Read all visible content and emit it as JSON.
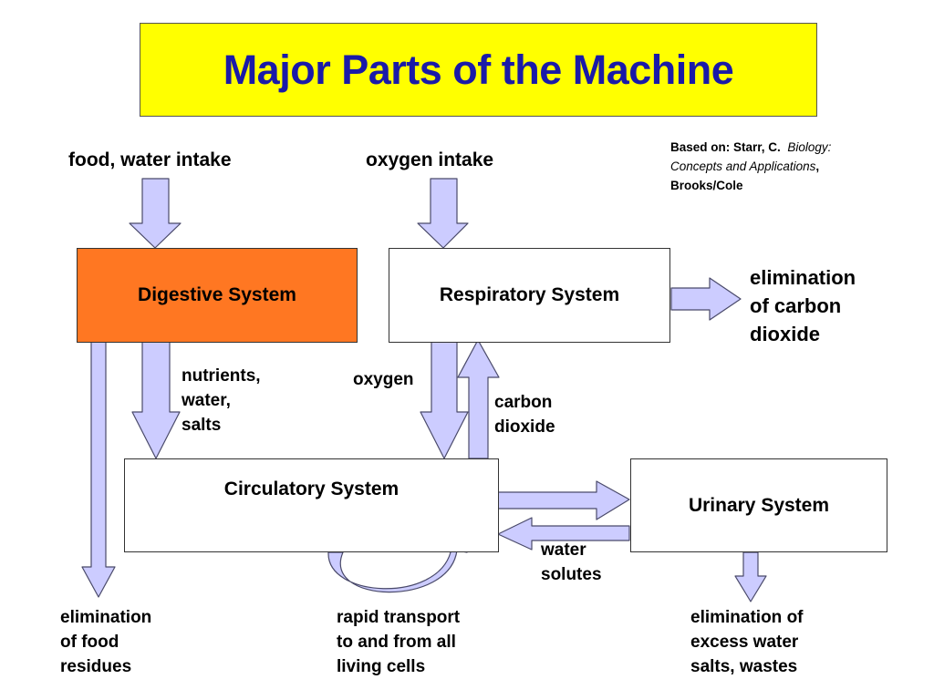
{
  "title": "Major Parts of the Machine",
  "colors": {
    "title_bg": "#ffff00",
    "title_text": "#1a1aa8",
    "digestive_fill": "#ff7722",
    "arrow_fill": "#ccccff",
    "arrow_stroke": "#4a4a6a"
  },
  "citation": {
    "prefix": "Based on:  Starr, C.",
    "book_line1": "Biology:",
    "book_line2": "Concepts and Applications",
    "comma": ",",
    "publisher": "Brooks/Cole"
  },
  "inputs": {
    "food_water": "food, water intake",
    "oxygen": "oxygen intake"
  },
  "systems": {
    "digestive": "Digestive System",
    "respiratory": "Respiratory System",
    "circulatory": "Circulatory System",
    "urinary": "Urinary System"
  },
  "flows": {
    "co2_elim": [
      "elimination",
      "of carbon",
      "dioxide"
    ],
    "nutrients": [
      "nutrients,",
      "water,",
      "salts"
    ],
    "oxygen": "oxygen",
    "carbon_dioxide": [
      "carbon",
      "dioxide"
    ],
    "water_solutes": [
      "water",
      "solutes"
    ]
  },
  "outputs": {
    "food_residues": [
      "elimination",
      "of food",
      "residues"
    ],
    "rapid_transport": [
      "rapid transport",
      "to and from all",
      "living cells"
    ],
    "excess_water": [
      "elimination of",
      "excess water",
      "salts, wastes"
    ]
  }
}
